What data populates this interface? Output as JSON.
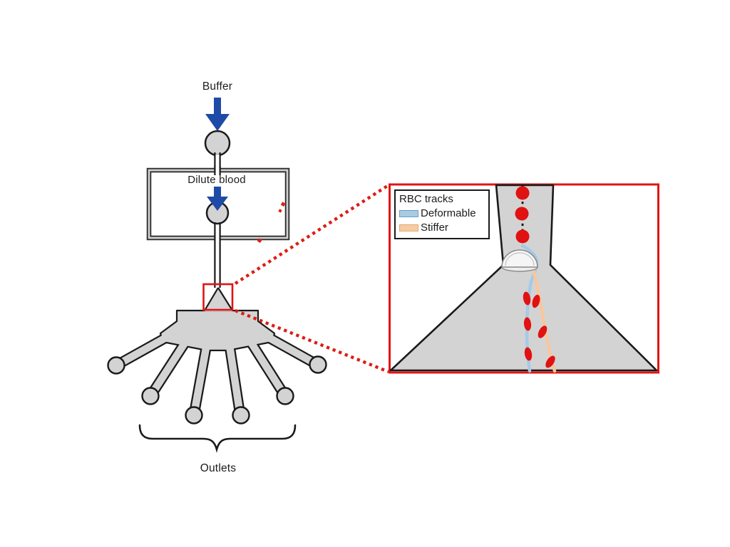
{
  "figure": {
    "description": "Schematic of a microfluidic device for sorting red blood cells by deformability, with zoomed inset of the pillar junction",
    "labels": {
      "buffer": "Buffer",
      "dilute_blood": "Dilute blood",
      "outlets": "Outlets"
    },
    "inset": {
      "legend": {
        "title": "RBC tracks",
        "items": [
          {
            "label": "Deformable",
            "swatch_color": "#a8cbe4",
            "swatch_border": "#6f9dc0"
          },
          {
            "label": "Stiffer",
            "swatch_color": "#f8cba2",
            "swatch_border": "#dfa977"
          }
        ]
      },
      "rbc_count_channel": 3,
      "rbc_count_deformable_track": 3,
      "rbc_count_stiffer_track": 3
    },
    "device": {
      "outlet_count": 6
    },
    "colors": {
      "device_fill": "#d3d3d3",
      "outline": "#1a1a1a",
      "arrow_blue": "#1e4aa8",
      "highlight_red": "#e01414",
      "rbc_red": "#e01212",
      "track_deformable": "#a6c9e6",
      "track_stiffer": "#f8c79c",
      "pillar_fill": "#f5f5f5",
      "pillar_stroke": "#8a8a8a"
    }
  }
}
